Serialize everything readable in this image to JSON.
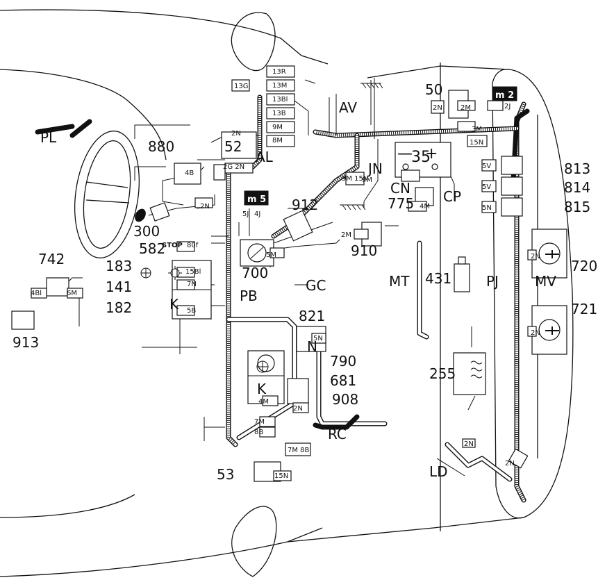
{
  "diagram": {
    "components": {
      "c50": "50",
      "c52": "52",
      "c53": "53",
      "c35": "35",
      "c35_plus": "+",
      "c35_minus": "—",
      "c141": "141",
      "c182": "182",
      "c183": "183",
      "c255": "255",
      "c300": "300",
      "c431": "431",
      "c582": "582",
      "c681": "681",
      "c700": "700",
      "c720": "720",
      "c721": "721",
      "c742": "742",
      "c775": "775",
      "c790": "790",
      "c813": "813",
      "c814": "814",
      "c815": "815",
      "c821": "821",
      "c880": "880",
      "c908": "908",
      "c910": "910",
      "c912": "912",
      "c913": "913"
    },
    "harness_labels": {
      "AV": "AV",
      "PL": "PL",
      "AL": "AL",
      "JN": "JN",
      "CN": "CN",
      "CP": "CP",
      "MT": "MT",
      "PJ": "PJ",
      "MV": "MV",
      "GC": "GC",
      "PB": "PB",
      "RC": "RC",
      "LD": "LD",
      "N": "N"
    },
    "connectors": {
      "k13G": "13G",
      "k13R": "13R",
      "k13M": "13M",
      "k13Bl": "13Bl",
      "k13B": "13B",
      "k9M": "9M",
      "k8M": "8M",
      "k2N_52": "2N",
      "k2G2N": "2G 2N",
      "k4B": "4B",
      "k2N_300": "2N",
      "k5J": "5J",
      "k4J": "4J",
      "k2N_50": "2N",
      "k2M_50": "2M",
      "k2J": "2J",
      "k3M": "3M",
      "k15N": "15N",
      "k9M15N": "9M 15N",
      "k9M_jn": "9M",
      "k5V_813": "5V",
      "k5V_814": "5V",
      "k5N_815": "5N",
      "k4M_775": "4M",
      "k2M_910": "2M",
      "k8M_700": "5M",
      "k80f": "80f",
      "k15Bl": "15Bl",
      "k7N": "7N",
      "k5B": "5B",
      "k4Bl": "4Bl",
      "k6M": "6M",
      "k5N_821": "5N",
      "k4M_908": "4M",
      "k2N_908": "2N",
      "k7M": "7M",
      "k8B": "8B",
      "k7M8B": "7M 8B",
      "k15N_53": "15N",
      "k2N_720": "2N",
      "k2N_721": "2N",
      "k2N_ld": "2N",
      "k2N_ld2": "2N"
    },
    "badges": {
      "m2": "m 2",
      "m5": "m 5",
      "stop": "STOP"
    },
    "icons": [
      "fan-icon",
      "heater-icon",
      "relay-icon",
      "motor-icon",
      "coil-icon",
      "ignition-key-icon",
      "ground-icon",
      "bulb-icon"
    ]
  }
}
